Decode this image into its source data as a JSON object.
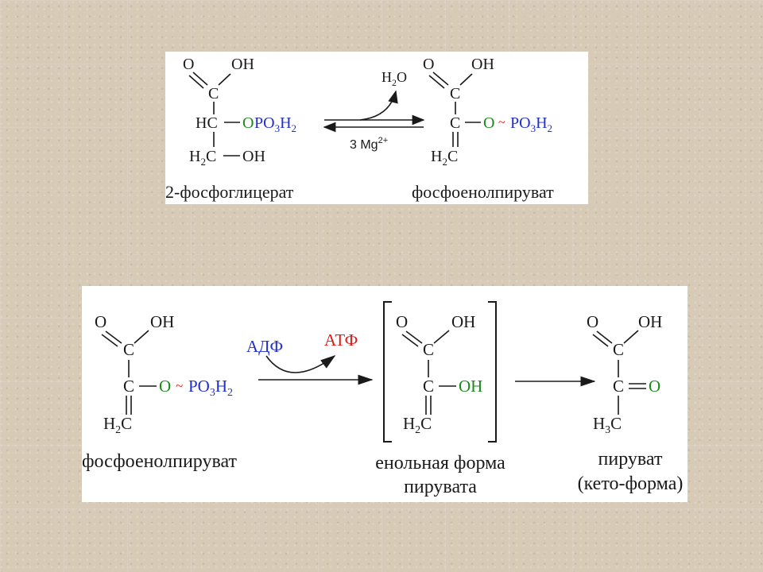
{
  "colors": {
    "black": "#1a1a1a",
    "green": "#1b8a1b",
    "blue": "#1f2fd0",
    "red": "#e01818"
  },
  "top_reaction": {
    "reactant": {
      "o": "O",
      "oh": "OH",
      "c1": "C",
      "hc": "HC",
      "o_link": "O",
      "po": "PO",
      "sub3": "3",
      "h": "H",
      "sub2": "2",
      "h2c_h": "H",
      "h2c_c": "C",
      "oh2": "OH"
    },
    "water": {
      "h": "H",
      "sub2": "2",
      "o": "O"
    },
    "catalyst": {
      "text": "3 Mg",
      "sup": "2+"
    },
    "product": {
      "o": "O",
      "oh": "OH",
      "c1": "C",
      "c2": "C",
      "o_link": "O",
      "tilde": "~",
      "po": "PO",
      "sub3": "3",
      "h": "H",
      "sub2": "2",
      "h2c_h": "H",
      "h2c_c": "C"
    },
    "label_left": "2-фосфоглицерат",
    "label_right": "фосфоенолпируват"
  },
  "bottom_reaction": {
    "pep": {
      "o": "O",
      "oh": "OH",
      "c1": "C",
      "c2": "C",
      "o_link": "O",
      "tilde": "~",
      "po": "PO",
      "sub3": "3",
      "h": "H",
      "sub2": "2",
      "h2c_h": "H",
      "h2c_c": "C"
    },
    "adp": "АДФ",
    "atp": "АТФ",
    "enol": {
      "o": "O",
      "oh": "OH",
      "c1": "C",
      "c2": "C",
      "oh_link": "OH",
      "h2c_h": "H",
      "h2c_c": "C"
    },
    "keto": {
      "o": "O",
      "oh": "OH",
      "c1": "C",
      "c2": "C",
      "o_keto": "O",
      "h3c_h": "H",
      "sub3": "3",
      "h3c_c": "C"
    },
    "label_pep": "фосфоенолпируват",
    "label_enol_1": "енольная форма",
    "label_enol_2": "пирувата",
    "label_pyr_1": "пируват",
    "label_pyr_2": "(кето-форма)"
  }
}
